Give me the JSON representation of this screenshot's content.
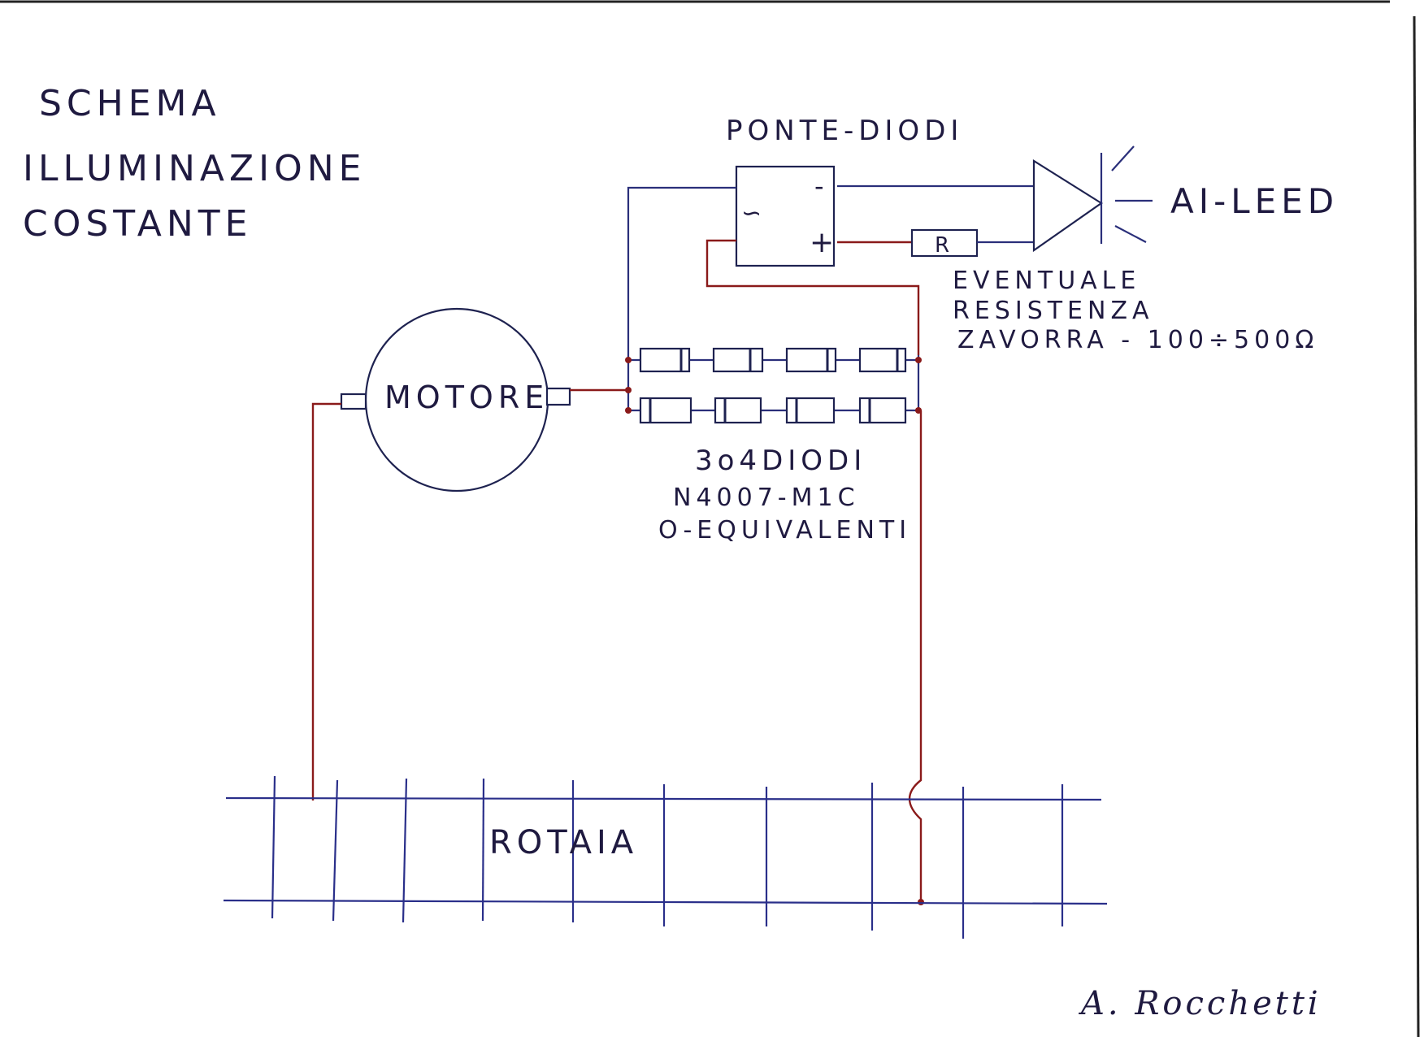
{
  "title": {
    "line1": "SCHEMA",
    "line2": "ILLUMINAZIONE",
    "line3": "COSTANTE"
  },
  "labels": {
    "bridge": "PONTE-DIODI",
    "bridge_ac": "∽",
    "bridge_minus": "-",
    "bridge_plus": "+",
    "led": "AI-LEED",
    "resistor": "R",
    "resistor_note_1": "EVENTUALE",
    "resistor_note_2": "RESISTENZA",
    "resistor_note_3": "ZAVORRA - 100÷500Ω",
    "motor": "MOTORE",
    "diodes_1": "3o4DIODI",
    "diodes_2": "N4007-M1C",
    "diodes_3": "O-EQUIVALENTI",
    "rail": "ROTAIA",
    "signature": "A. Rocchetti"
  },
  "colors": {
    "ink": "#1f1a40",
    "wire_blue": "#2a2f7a",
    "wire_red": "#8a1a1a"
  }
}
